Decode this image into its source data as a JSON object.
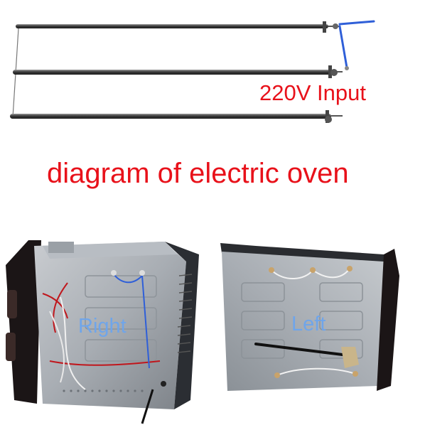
{
  "labels": {
    "input": "220V  Input",
    "caption": "diagram of electric oven",
    "right": "Right",
    "left": "Left"
  },
  "colors": {
    "label_red": "#e8111a",
    "label_blue": "#6fa5ea",
    "wire_blue": "#2f5fd8"
  }
}
